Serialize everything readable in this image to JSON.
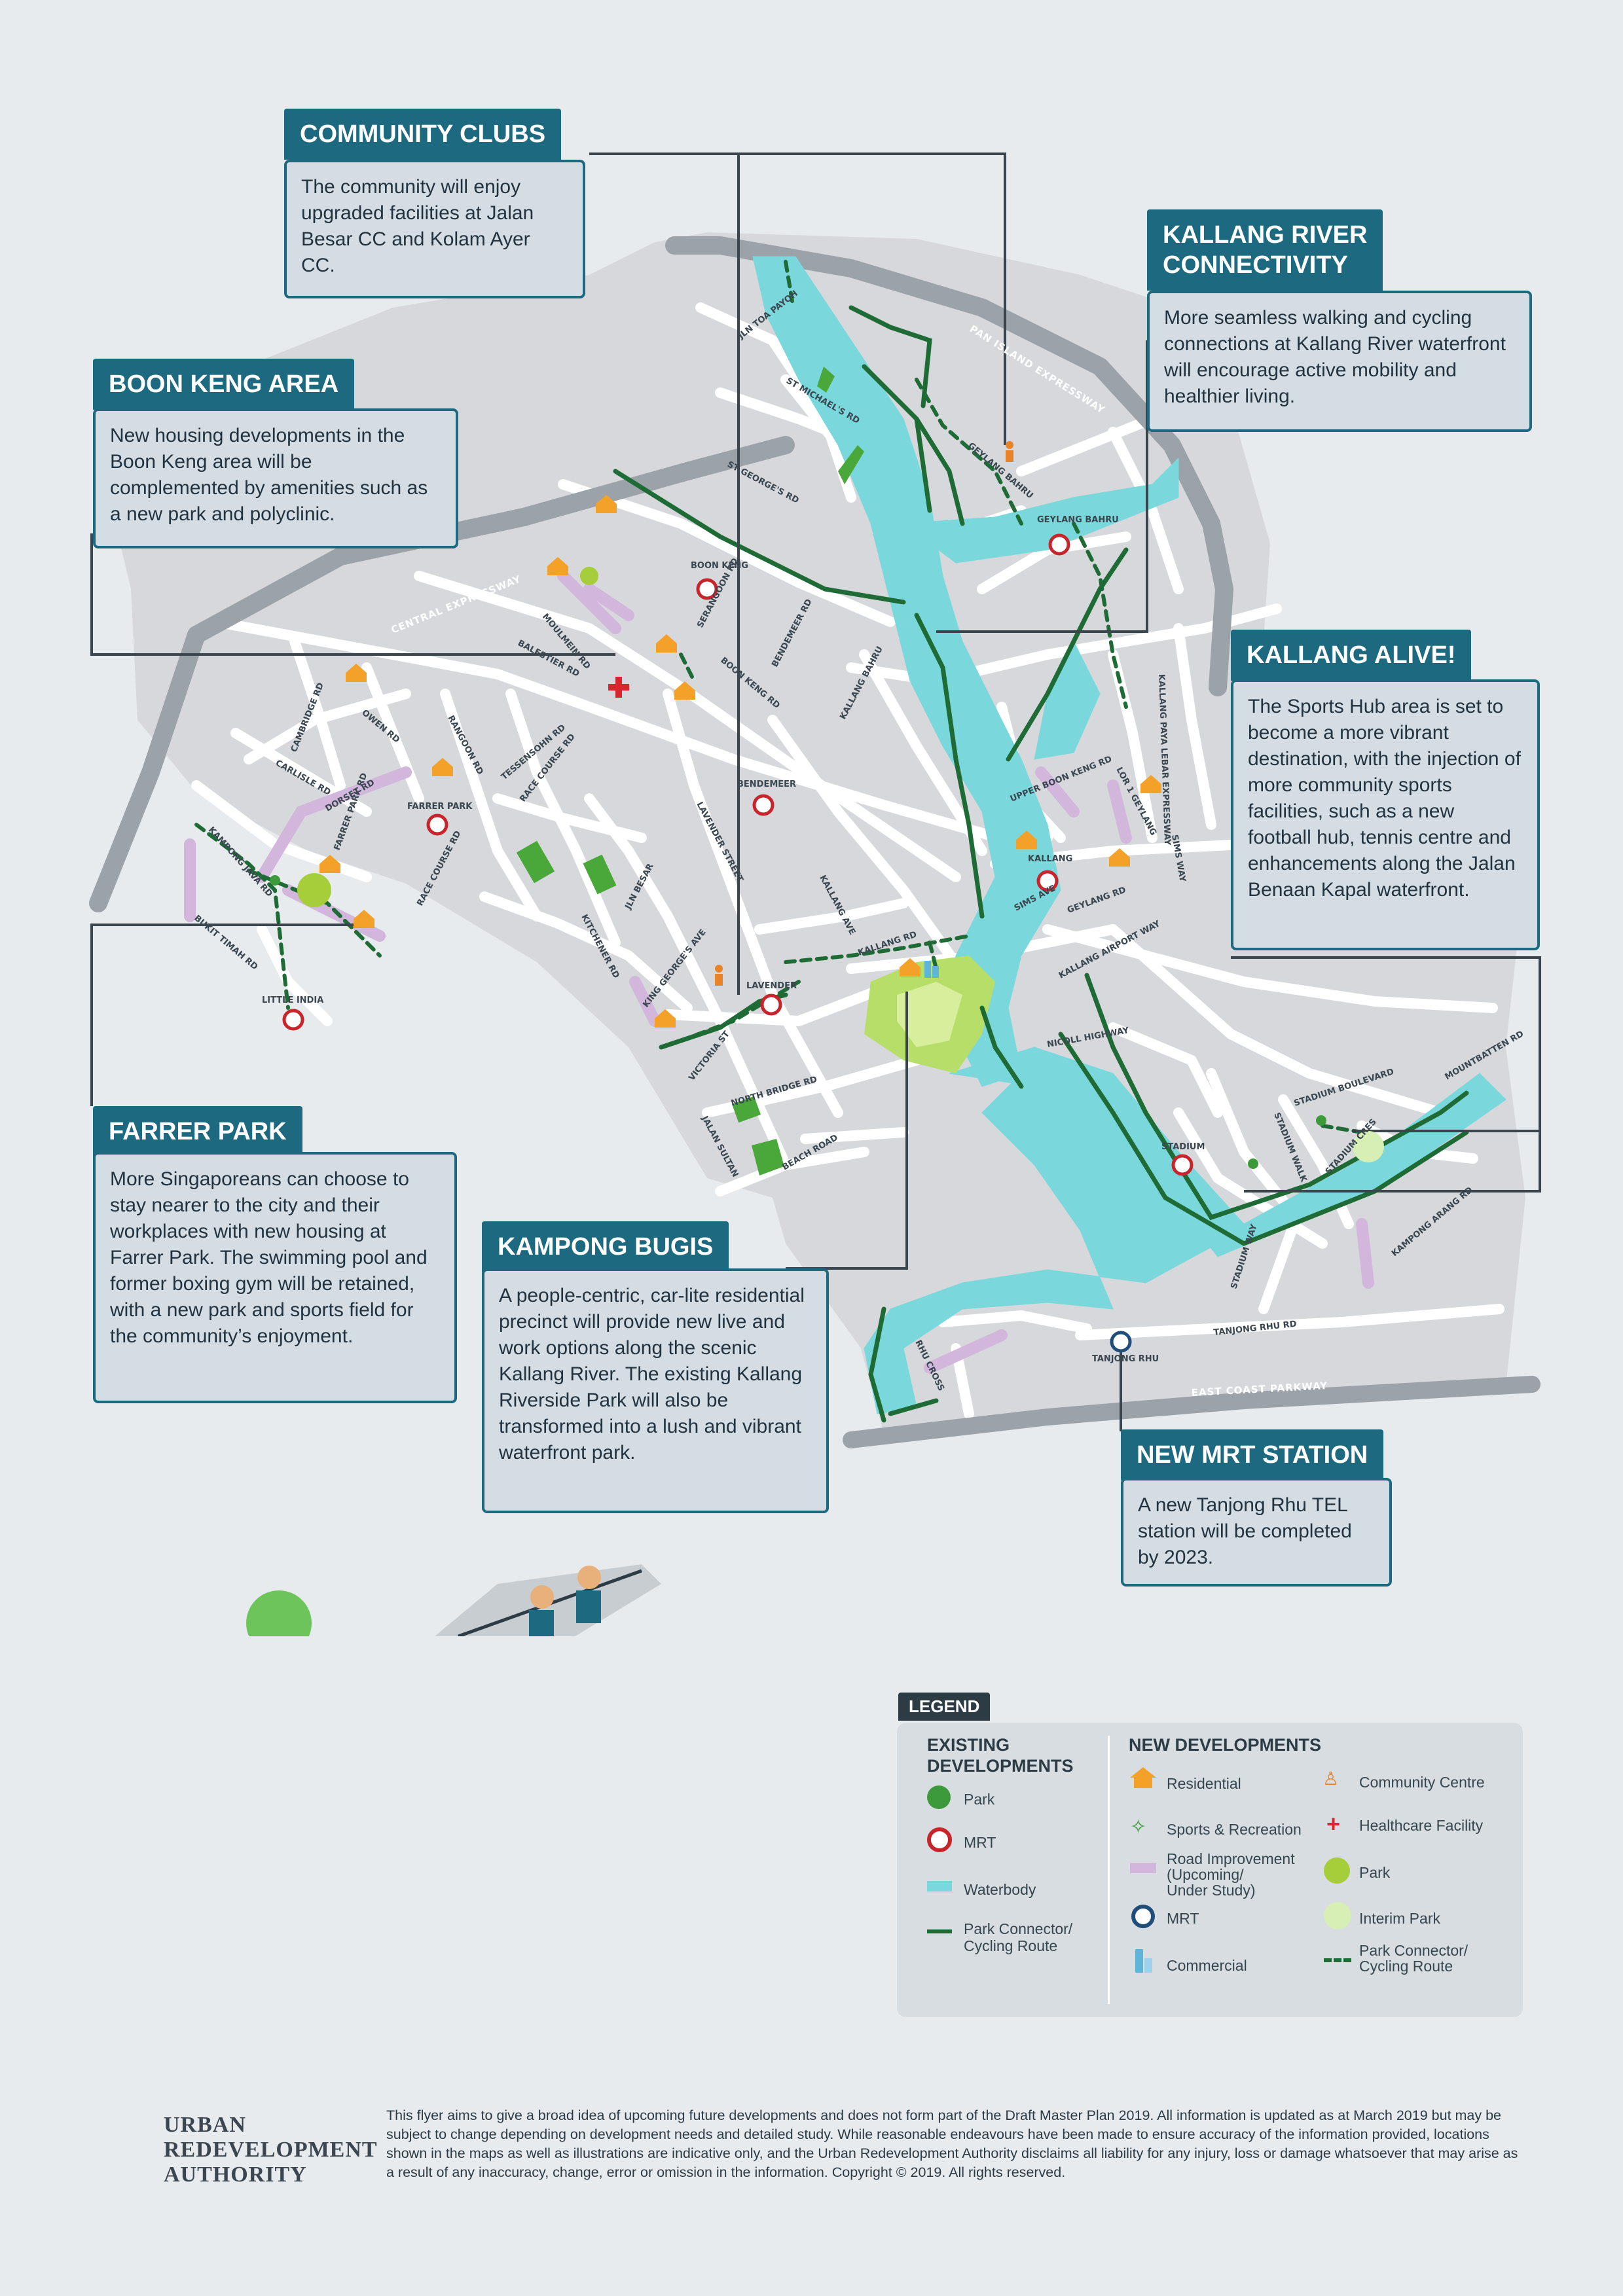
{
  "callouts": {
    "community_clubs": {
      "title": "COMMUNITY CLUBS",
      "text": "The community will enjoy upgraded facilities at Jalan Besar CC and Kolam Ayer CC."
    },
    "boon_keng": {
      "title": "BOON KENG AREA",
      "text": "New housing developments in the Boon Keng area will be complemented by amenities such as a new park and polyclinic."
    },
    "kallang_river": {
      "title_line1": "KALLANG RIVER",
      "title_line2": "CONNECTIVITY",
      "text": "More seamless walking and cycling connections at Kallang River waterfront will encourage active mobility and healthier living."
    },
    "kallang_alive": {
      "title": "KALLANG ALIVE!",
      "text": "The Sports Hub area is set to become a more vibrant destination, with the injection of more community sports facilities, such as a new football hub, tennis centre and enhancements along the Jalan Benaan Kapal waterfront."
    },
    "farrer_park": {
      "title": "FARRER PARK",
      "text": "More Singaporeans can choose to stay nearer to the city and their workplaces with new housing at Farrer Park. The swimming pool and former boxing gym will be retained, with a new park and sports field for the community’s enjoyment."
    },
    "kampong_bugis": {
      "title": "KAMPONG BUGIS",
      "text": "A people-centric, car-lite residential precinct will provide new live and work options along the scenic Kallang River. The existing Kallang Riverside Park will also be transformed into a lush and vibrant waterfront park."
    },
    "new_mrt": {
      "title": "NEW MRT STATION",
      "text": "A new Tanjong Rhu TEL station will be completed by 2023."
    }
  },
  "map": {
    "roads": {
      "pie": "PAN ISLAND EXPRESSWAY",
      "cte": "CENTRAL EXPRESSWAY",
      "ecp": "EAST COAST PARKWAY",
      "nicoll": "NICOLL HIGHWAY",
      "kallang_airport": "KALLANG AIRPORT WAY",
      "tanjong_rhu": "TANJONG RHU RD",
      "stadium_blvd": "STADIUM BOULEVARD",
      "geylang_bahru": "GEYLANG BAHRU",
      "serangoon": "SERANGOON RD",
      "boon_keng": "BOON KENG RD",
      "bendemeer": "BENDEMEER RD",
      "kallang_bahru": "KALLANG BAHRU",
      "upper_boon_keng": "UPPER BOON KENG RD",
      "lorong1": "LOR 1 GEYLANG",
      "sims_ave": "SIMS AVE",
      "geylang_rd": "GEYLANG RD",
      "kallang_rd": "KALLANG RD",
      "kallang_ave": "KALLANG AVE",
      "lavender": "LAVENDER STREET",
      "jln_besar": "JLN BESAR",
      "kitchener": "KITCHENER RD",
      "king_georges": "KING GEORGE'S AVE",
      "victoria": "VICTORIA ST",
      "north_bridge": "NORTH BRIDGE RD",
      "jalan_sultan": "JALAN SULTAN",
      "beach": "BEACH ROAD",
      "balestier": "BALESTIER RD",
      "tessensohn": "TESSENSOHN RD",
      "race_course": "RACE COURSE RD",
      "rangoon": "RANGOON RD",
      "owen": "OWEN RD",
      "dorset": "DORSET RD",
      "kampong_java": "KAMPONG JAVA RD",
      "bukit_timah": "BUKIT TIMAH RD",
      "farrer_park_rd": "FARRER PARK RD",
      "race_course_2": "RACE COURSE RD",
      "st_georges": "ST GEORGE'S RD",
      "st_michaels": "ST MICHAEL'S RD",
      "jln_toa_payoh": "JLN TOA PAYOH",
      "mountbatten": "MOUNTBATTEN RD",
      "stadium_walk": "STADIUM WALK",
      "stadium_way": "STADIUM WAY",
      "stadium_cres": "STADIUM CRES",
      "kampong_arang": "KAMPONG ARANG RD",
      "rhu_cross": "RHU CROSS",
      "sims_way": "SIMS WAY",
      "kpe": "KALLANG PAYA LEBAR EXPRESSWAY",
      "cambridge": "CAMBRIDGE RD",
      "carlisle": "CARLISLE RD",
      "moulmein": "MOULMEIN RD"
    },
    "stations": {
      "boon_keng": "BOON KENG",
      "geylang_bahru": "GEYLANG BAHRU",
      "bendemeer": "BENDEMEER",
      "farrer_park": "FARRER PARK",
      "kallang": "KALLANG",
      "lavender": "LAVENDER",
      "little_india": "LITTLE INDIA",
      "stadium": "STADIUM",
      "tanjong_rhu": "TANJONG RHU"
    }
  },
  "legend": {
    "tab": "LEGEND",
    "existing_heading_line1": "EXISTING",
    "existing_heading_line2": "DEVELOPMENTS",
    "new_heading": "NEW DEVELOPMENTS",
    "existing": {
      "park": "Park",
      "mrt": "MRT",
      "waterbody": "Waterbody",
      "connector_line1": "Park Connector/",
      "connector_line2": "Cycling Route"
    },
    "new": {
      "residential": "Residential",
      "community_centre": "Community Centre",
      "sports": "Sports & Recreation",
      "healthcare": "Healthcare Facility",
      "road_line1": "Road Improvement",
      "road_line2": "(Upcoming/",
      "road_line3": "Under Study)",
      "park": "Park",
      "mrt": "MRT",
      "interim_park": "Interim Park",
      "commercial": "Commercial",
      "connector_line1": "Park Connector/",
      "connector_line2": "Cycling Route"
    }
  },
  "logo": {
    "line1": "URBAN",
    "line2": "REDEVELOPMENT",
    "line3": "AUTHORITY"
  },
  "disclaimer": "This flyer aims to give a broad idea of upcoming future developments and does not form part of the Draft Master Plan 2019. All information is updated as at March 2019 but may be subject to change depending on development needs and detailed study. While reasonable endeavours have been made to ensure accuracy of the information provided, locations shown in the maps as well as illustrations are indicative only, and the Urban Redevelopment Authority disclaims all liability for any injury, loss or damage whatsoever that may arise as a result of any inaccuracy, change, error or omission in the information. Copyright © 2019. All rights reserved.",
  "colors": {
    "background": "#e8ebee",
    "land": "#d6d8db",
    "road": "#ffffff",
    "water": "#7ad8dc",
    "park": "#4aa83a",
    "connector": "#1f6b36",
    "callout_teal": "#1d6a80",
    "mrt_red": "#c8242b",
    "residential": "#f4a12a",
    "road_improvement": "#d2b6dc"
  }
}
